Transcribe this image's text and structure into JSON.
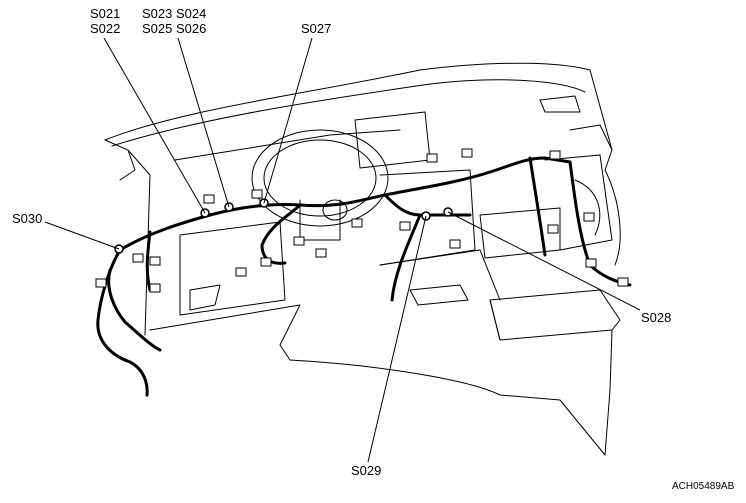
{
  "callouts": {
    "s021": "S021",
    "s022": "S022",
    "s023_s024": "S023 S024",
    "s025_s026": "S025 S026",
    "s027": "S027",
    "s028": "S028",
    "s029": "S029",
    "s030": "S030"
  },
  "figure_code": "ACH05489AB"
}
